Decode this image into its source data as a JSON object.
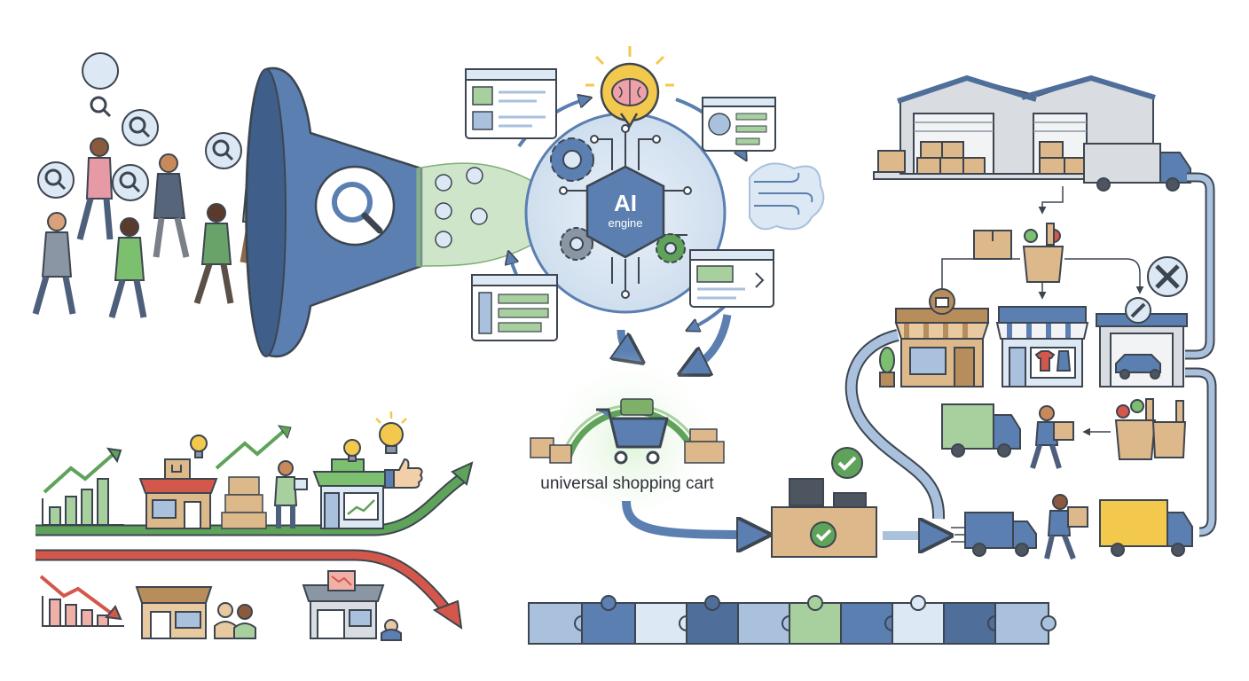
{
  "engine": {
    "title": "AI",
    "subtitle": "engine"
  },
  "cart": {
    "label": "universal shopping cart"
  },
  "colors": {
    "outline": "#3d4550",
    "blue": "#5a7fb0",
    "blue_light": "#a9c1dd",
    "blue_pale": "#dce8f3",
    "green": "#5fa35a",
    "green_light": "#a8cf9e",
    "red": "#d4574b",
    "tan": "#dcb88a",
    "tan_dark": "#b88d5c",
    "yellow": "#f2c94c",
    "gray_light": "#d9dde2"
  },
  "icons": {
    "magnifier": "magnifier-icon",
    "brain": "brain-icon",
    "gear": "gear-icon",
    "cart": "shopping-cart-icon",
    "check": "checkmark-icon",
    "wrench": "wrench-screwdriver-icon",
    "coffee": "coffee-cup-icon",
    "lightbulb": "lightbulb-icon",
    "thumbs_up": "thumbs-up-icon",
    "truck": "delivery-truck-icon",
    "puzzle": "puzzle-piece-icon"
  }
}
